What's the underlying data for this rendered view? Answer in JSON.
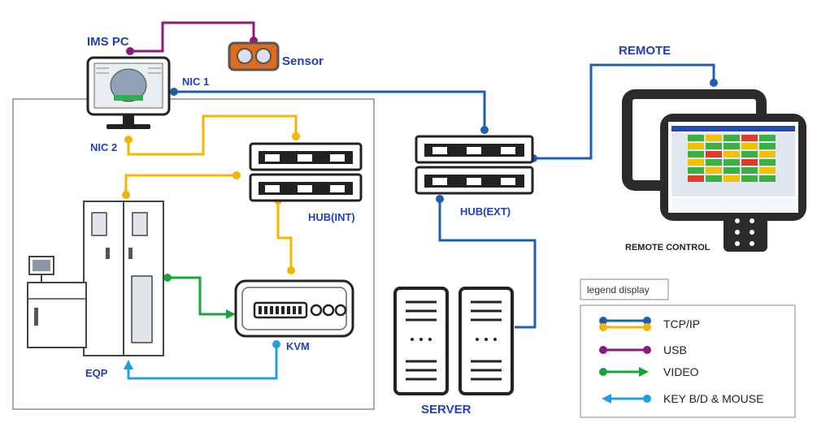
{
  "labels": {
    "ims_pc": "IMS PC",
    "sensor": "Sensor",
    "nic1": "NIC 1",
    "nic2": "NIC 2",
    "remote": "REMOTE",
    "hub_int": "HUB(INT)",
    "hub_ext": "HUB(EXT)",
    "remote_control": "REMOTE CONTROL",
    "kvm": "KVM",
    "eqp": "EQP",
    "server": "SERVER"
  },
  "legend": {
    "title": "legend display",
    "items": [
      {
        "label": "TCP/IP"
      },
      {
        "label": "USB"
      },
      {
        "label": "VIDEO"
      },
      {
        "label": "KEY B/D & MOUSE"
      }
    ]
  },
  "colors": {
    "tcpip_blue": "#1f5fb0",
    "tcpip_orange": "#f5b400",
    "usb": "#8b1a7a",
    "video": "#1aa33a",
    "keyboard": "#1ba0e0",
    "label_blue": "#1f3fbf"
  }
}
